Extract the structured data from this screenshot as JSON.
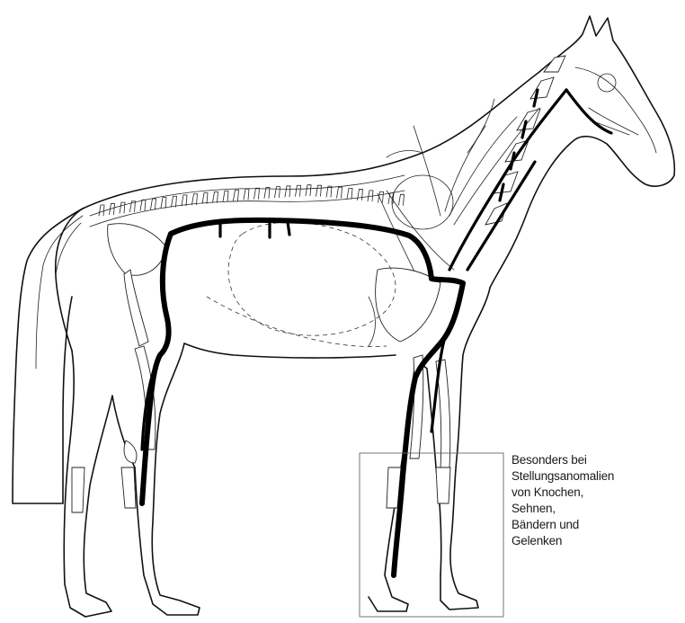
{
  "caption": {
    "lines": [
      "Besonders bei",
      "Stellungsanomalien",
      "von Knochen,",
      "Sehnen,",
      "Bändern und",
      "Gelenken"
    ]
  }
}
